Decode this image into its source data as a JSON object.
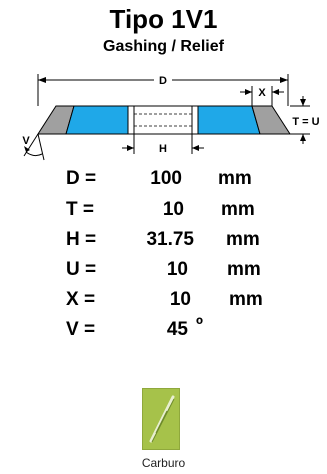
{
  "header": {
    "title": "Tipo 1V1",
    "subtitle": "Gashing / Relief"
  },
  "diagram": {
    "label_d": "D",
    "label_x": "X",
    "label_tu": "T = U",
    "label_v": "V",
    "label_h": "H",
    "colors": {
      "abrasive": "#1fa8e8",
      "body": "#a0a0a0",
      "outline": "#000000"
    }
  },
  "specs": [
    {
      "key": "D =",
      "value": "100",
      "unit": "mm"
    },
    {
      "key": "T =",
      "value": "10",
      "unit": "mm"
    },
    {
      "key": "H =",
      "value": "31.75",
      "unit": "mm"
    },
    {
      "key": "U =",
      "value": "10",
      "unit": "mm"
    },
    {
      "key": "X =",
      "value": "10",
      "unit": "mm"
    },
    {
      "key": "V =",
      "value": "45",
      "unit": "º"
    }
  ],
  "material": {
    "icon": "carbide-tool-icon",
    "label": "Carburo"
  }
}
